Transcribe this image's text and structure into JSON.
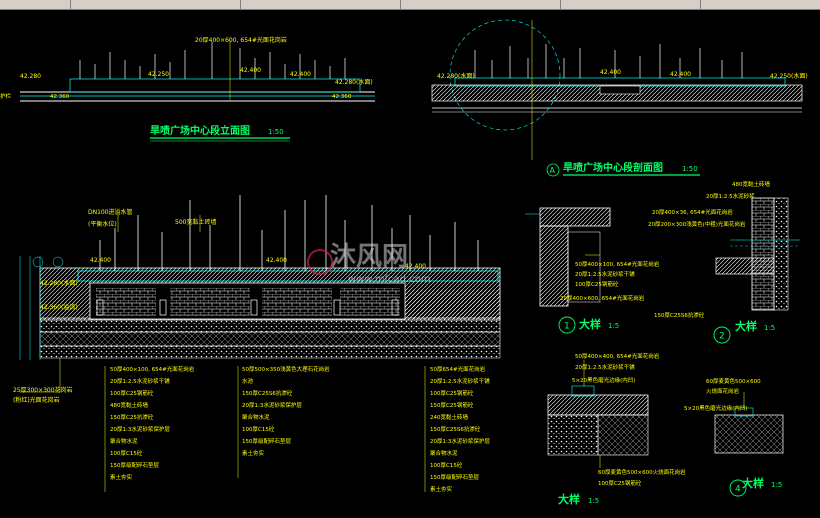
{
  "colors": {
    "background": "#000000",
    "title": "#00ff66",
    "annotation": "#ffff00",
    "dimension": "#00ffff",
    "section_fill": "#ffffff",
    "watermark": "#cc2244"
  },
  "titles": {
    "elevation": "旱喷广场中心段立面图",
    "elevation_scale": "1:50",
    "section_marker": "A",
    "section": "旱喷广场中心段剖面图",
    "section_scale": "1:50",
    "detail1": "大样",
    "detail1_scale": "1:5",
    "detail1_num": "1",
    "detail2": "大样",
    "detail2_scale": "1:5",
    "detail2_num": "2",
    "detail3": "大样",
    "detail3_scale": "1:5",
    "detail4": "大样",
    "detail4_scale": "1:5",
    "detail4_num": "4"
  },
  "elevation": {
    "top_note": "20厚400×600, 654#光面花岗岩",
    "levels": [
      "42.280",
      "42.250",
      "42.400",
      "42.400",
      "42.280(水面)"
    ],
    "left_label": "护栏",
    "under_labels": [
      "42.360",
      "42.360"
    ]
  },
  "section_top": {
    "levels": [
      "42.280(水面)",
      "42.400",
      "42.400",
      "42.250(水面)"
    ]
  },
  "main_section": {
    "notes_top": [
      "DN100进溢水管",
      "(平衡水位)",
      "500宽黏土砖墙"
    ],
    "levels": [
      "42.280(水面)",
      "42.400",
      "42.400",
      "42.360(溢流)",
      "42.400"
    ],
    "left_note": [
      "25厚300×300花岗岩",
      "(粉红)光面花岗岩"
    ],
    "col1": [
      "50厚400×100, 654#光面花岗岩",
      "20厚1:2.5水泥砂浆干铺",
      "100厚C25钢筋砼",
      "480宽黏土砖墙",
      "150厚C25抗渗砼",
      "20厚1:3水泥砂浆保护层",
      "聚合物水泥",
      "100厚C15砼",
      "150厚级配碎石垫层",
      "素土夯实"
    ],
    "col2": [
      "50厚500×350浅黄色大理石花岗岩",
      "水池",
      "150厚C25S6抗渗砼",
      "20厚1:3水泥砂浆保护层",
      "聚合物水泥",
      "100厚C15砼",
      "150厚级配碎石垫层",
      "素土夯实"
    ],
    "col3": [
      "50厚654#光面花岗岩",
      "20厚1:2.5水泥砂浆干铺",
      "100厚C25钢筋砼",
      "150厚C25钢筋砼",
      "240宽黏土砖墙",
      "150厚C25S6抗渗砼",
      "20厚1:3水泥砂浆保护层",
      "聚合物水泥",
      "100厚C15砼",
      "150厚级配碎石垫层",
      "素土夯实"
    ]
  },
  "detail1": {
    "notes": [
      "50厚400×100, 654#光面花岗岩",
      "20厚1:2.5水泥砂浆干铺",
      "100厚C25钢筋砼",
      "20厚400×600, 654#光面花岗岩"
    ]
  },
  "detail2": {
    "notes": [
      "480宽黏土砖墙",
      "20厚1:2.5水泥砂浆",
      "20厚400×36, 654#光面花岗岩",
      "20厚200×300浅黄色(中粗)光面花岗岩",
      "150厚C25S6抗渗砼"
    ]
  },
  "detail3": {
    "notes": [
      "50厚400×400, 654#光面花岗岩",
      "20厚1:2.5水泥砂浆干铺",
      "5×20黑色磨光边缘(内凹)",
      "60厚麦黄色500×600火烧面花岗岩",
      "100厚C25钢筋砼"
    ]
  },
  "detail4": {
    "notes": [
      "60厚麦黄色500×600",
      "火烧面花岗岩",
      "5×20黑色磨光边缘(内凹)"
    ]
  },
  "watermark": {
    "brand": "沐风网",
    "url": "www.mfcad.com"
  }
}
